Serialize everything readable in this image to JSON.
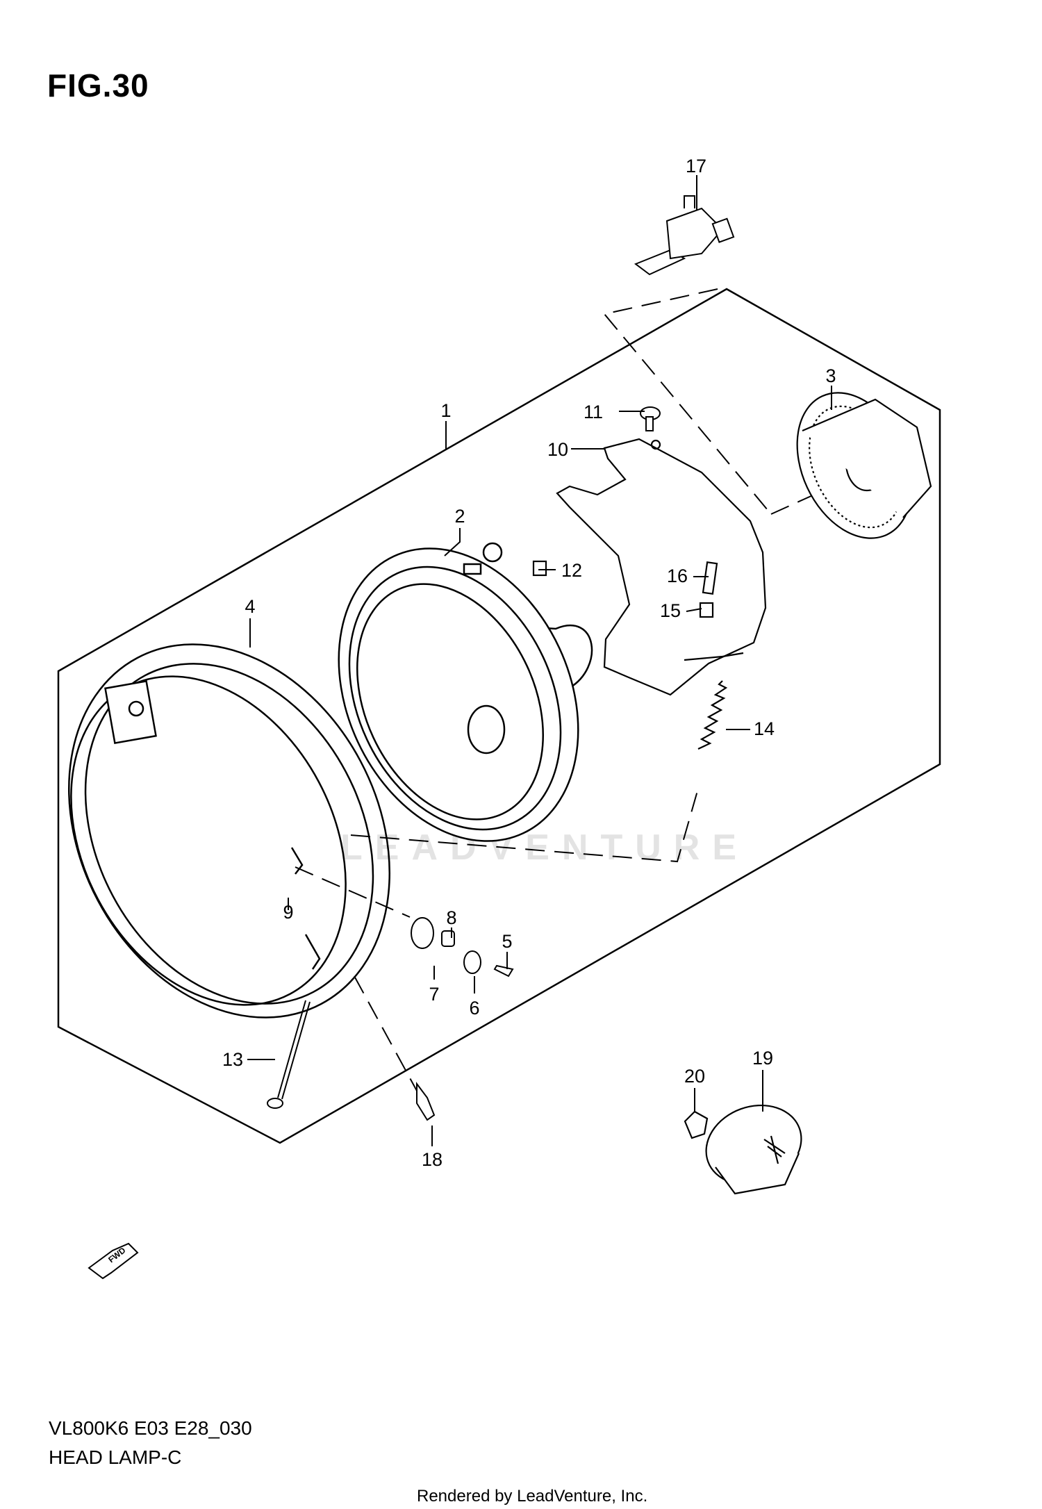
{
  "figure": {
    "title": "FIG.30"
  },
  "footer": {
    "model_code": "VL800K6 E03 E28_030",
    "section_name": "HEAD LAMP-C",
    "render_credit": "Rendered by LeadVenture, Inc."
  },
  "watermark": "LEADVENTURE",
  "direction_arrow": {
    "label": "FWD"
  },
  "callouts": [
    {
      "id": "1",
      "label": "1"
    },
    {
      "id": "2",
      "label": "2"
    },
    {
      "id": "3",
      "label": "3"
    },
    {
      "id": "4",
      "label": "4"
    },
    {
      "id": "5",
      "label": "5"
    },
    {
      "id": "6",
      "label": "6"
    },
    {
      "id": "7",
      "label": "7"
    },
    {
      "id": "8",
      "label": "8"
    },
    {
      "id": "9",
      "label": "9"
    },
    {
      "id": "10",
      "label": "10"
    },
    {
      "id": "11",
      "label": "11"
    },
    {
      "id": "12",
      "label": "12"
    },
    {
      "id": "13",
      "label": "13"
    },
    {
      "id": "14",
      "label": "14"
    },
    {
      "id": "15",
      "label": "15"
    },
    {
      "id": "16",
      "label": "16"
    },
    {
      "id": "17",
      "label": "17"
    },
    {
      "id": "18",
      "label": "18"
    },
    {
      "id": "19",
      "label": "19"
    },
    {
      "id": "20",
      "label": "20"
    }
  ]
}
